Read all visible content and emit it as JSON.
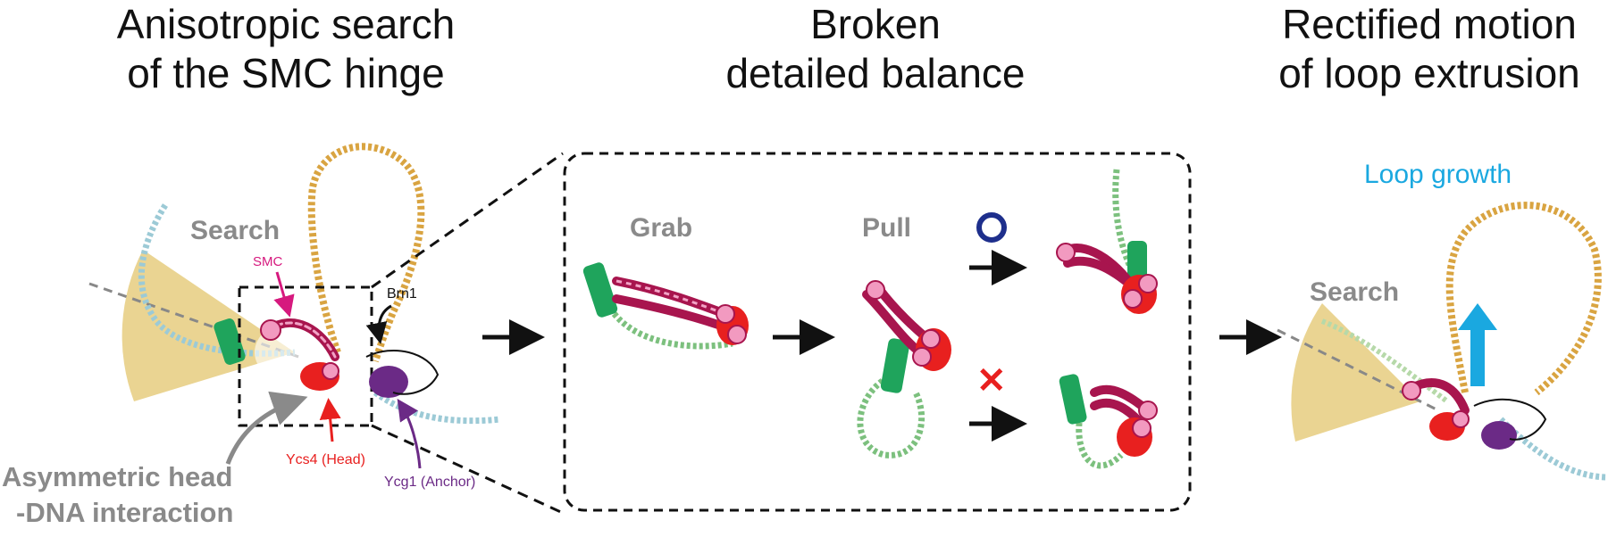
{
  "titles": {
    "left": [
      "Anisotropic search",
      "of the SMC hinge"
    ],
    "middle": [
      "Broken",
      "detailed balance"
    ],
    "right": [
      "Rectified motion",
      "of loop extrusion"
    ]
  },
  "left_panel": {
    "search": "Search",
    "smc": "SMC",
    "brn1": "Brn1",
    "ycs4": "Ycs4 (Head)",
    "ycg1": "Ycg1 (Anchor)",
    "asym_line1": "Asymmetric head",
    "asym_line2": "-DNA interaction"
  },
  "middle_panel": {
    "grab": "Grab",
    "pull": "Pull",
    "ok_symbol": "O",
    "no_symbol": "✕"
  },
  "right_panel": {
    "loop_growth": "Loop growth",
    "search": "Search"
  },
  "colors": {
    "search_fan": "#e8cf86",
    "smc_magenta": "#d6197e",
    "head_red": "#e8201f",
    "anchor_purple": "#6b2a86",
    "grey_label": "#8a8a8a",
    "loop_blue": "#1aa8e0",
    "anchor_green": "#1fa45c",
    "navy_o": "#1e2f8c",
    "cross_red": "#e8201f",
    "dna_orange": "#d9a441",
    "dna_green": "#7cc07e",
    "dna_blue": "#9ccad6",
    "smc_coil": "#a8154e"
  }
}
